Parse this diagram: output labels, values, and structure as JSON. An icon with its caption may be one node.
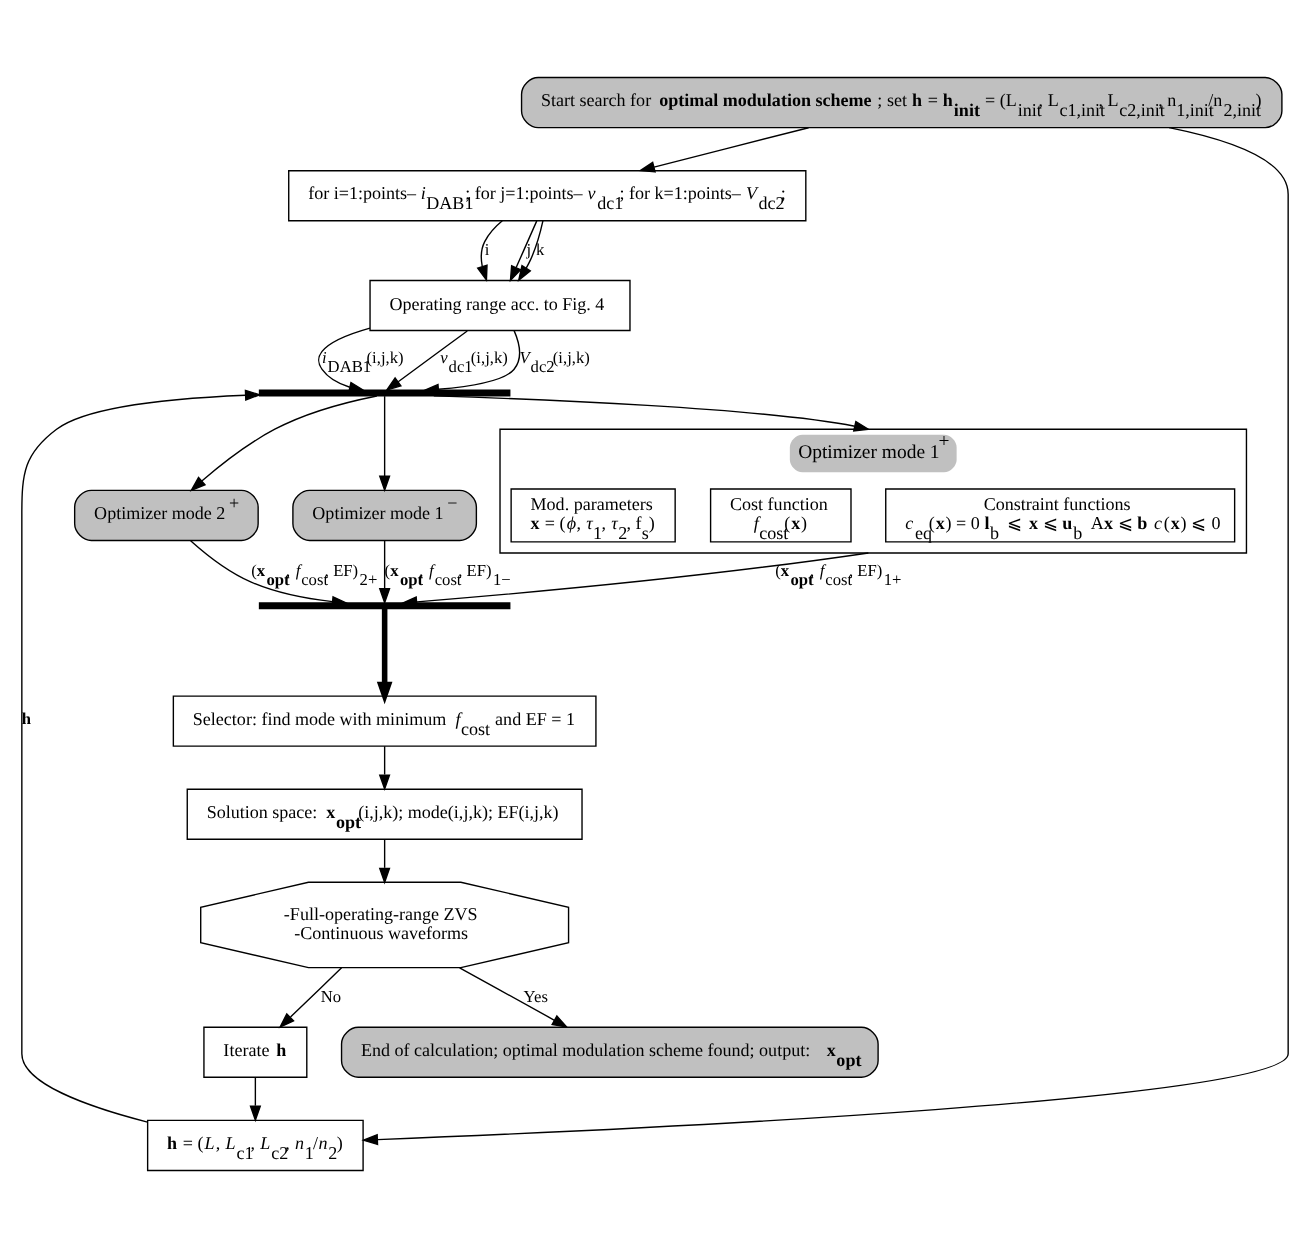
{
  "diagram": {
    "nodes": [
      {
        "text": [
          "Start search for **optimal modulation scheme**; set **h** = **h$_{init}$** = (L$_{init}$, L$_{c1,init}$, L$_{c2,init}$, n$_{1,init}$/n$_{2,init}$)"
        ]
      },
      {
        "text": [
          "for i=1:points–*i*$_{DAB1}$; for j=1:points–*v*$_{dc1}$; for k=1:points–*V*$_{dc2}$;"
        ]
      },
      {
        "text": [
          "Operating range acc. to Fig. 4"
        ]
      },
      {
        "text": [
          "Iterate **h**"
        ]
      },
      {
        "text": [
          "**h** = (*L*, *L*$_{c1}$, *L*$_{c2}$, *n*$_{1}$/*n*$_{2}$)"
        ]
      },
      {
        "text": [
          "End of calculation; optimal modulation scheme found; output: **x$_{opt}$**"
        ]
      },
      {
        "text": [
          "-Full-operating-range ZVS",
          "-Continuous waveforms"
        ]
      },
      {
        "text": [
          "Solution space: **x$_{opt}$**(i,j,k); mode(i,j,k); EF(i,j,k)"
        ]
      },
      {
        "text": [
          "Selector: find mode with minimum *f*$_{cost}$ and EF = 1"
        ]
      },
      {
        "text": [
          "Optimizer mode 2$^{+}$"
        ]
      },
      {
        "text": [
          "Optimizer mode 1$^{−}$"
        ]
      },
      {
        "text": [
          "Optimizer mode 1$^{+}$"
        ]
      },
      {
        "text": [
          "Constraint functions",
          "*c*$_{eq}$(**x**) = 0 **l**$_{b}$ ⩽ **x** ⩽ **u**$_{b}$ A**x** ⩽ **b** *c*(**x**) ⩽ 0"
        ],
        "in": 11
      },
      {
        "text": [
          "Cost function",
          "*f*$_{cost}$(**x**)"
        ],
        "in": 11
      },
      {
        "text": [
          "Mod. parameters",
          "**x** = (*ϕ*, *τ*$_{1}$, *τ*$_{2}$, f$_{s}$)"
        ],
        "in": 11
      },
      {
        "text": [],
        "shape": "bar"
      },
      {
        "text": [],
        "shape": "bar"
      }
    ],
    "edges": [
      {
        "from": 0,
        "to": 1,
        "arrow": "to"
      },
      {
        "from": 0,
        "to": 4,
        "arrow": "to"
      },
      {
        "from": 1,
        "to": 2,
        "arrow": "to",
        "label": "i"
      },
      {
        "from": 1,
        "to": 2,
        "arrow": "to",
        "label": "j"
      },
      {
        "from": 1,
        "to": 2,
        "arrow": "to",
        "label": "k"
      },
      {
        "from": 3,
        "to": 4,
        "arrow": "to"
      },
      {
        "from": 6,
        "to": 3,
        "arrow": "to",
        "label": "No"
      },
      {
        "from": 6,
        "to": 5,
        "arrow": "to",
        "label": "Yes"
      },
      {
        "from": 7,
        "to": 6,
        "arrow": "to"
      },
      {
        "from": 8,
        "to": 7,
        "arrow": "to"
      },
      {
        "from": 2,
        "to": 15,
        "arrow": "to",
        "label": "*i*$_{DAB1}$(i,j,k)"
      },
      {
        "from": 2,
        "to": 15,
        "arrow": "to",
        "label": "*v*$_{dc1}$(i,j,k)"
      },
      {
        "from": 2,
        "to": 15,
        "arrow": "to",
        "label": "*V*$_{dc2}$(i,j,k)"
      },
      {
        "from": 4,
        "to": 15,
        "arrow": "to",
        "label": "**h**"
      },
      {
        "from": 15,
        "to": 9,
        "arrow": "to"
      },
      {
        "from": 15,
        "to": 10,
        "arrow": "to"
      },
      {
        "from": 15,
        "to": 11,
        "arrow": "to"
      },
      {
        "from": 9,
        "to": 16,
        "arrow": "to",
        "label": "(**x$_{opt}$**, *f*$_{cost}$, EF)$_{2+}$"
      },
      {
        "from": 10,
        "to": 16,
        "arrow": "to",
        "label": "(**x$_{opt}$**, *f*$_{cost}$, EF)$_{1−}$"
      },
      {
        "from": 11,
        "to": 16,
        "arrow": "to",
        "label": "(**x$_{opt}$**, *f*$_{cost}$, EF)$_{1+}$"
      },
      {
        "from": 16,
        "to": 8,
        "arrow": "to",
        "style": "thick"
      }
    ]
  }
}
